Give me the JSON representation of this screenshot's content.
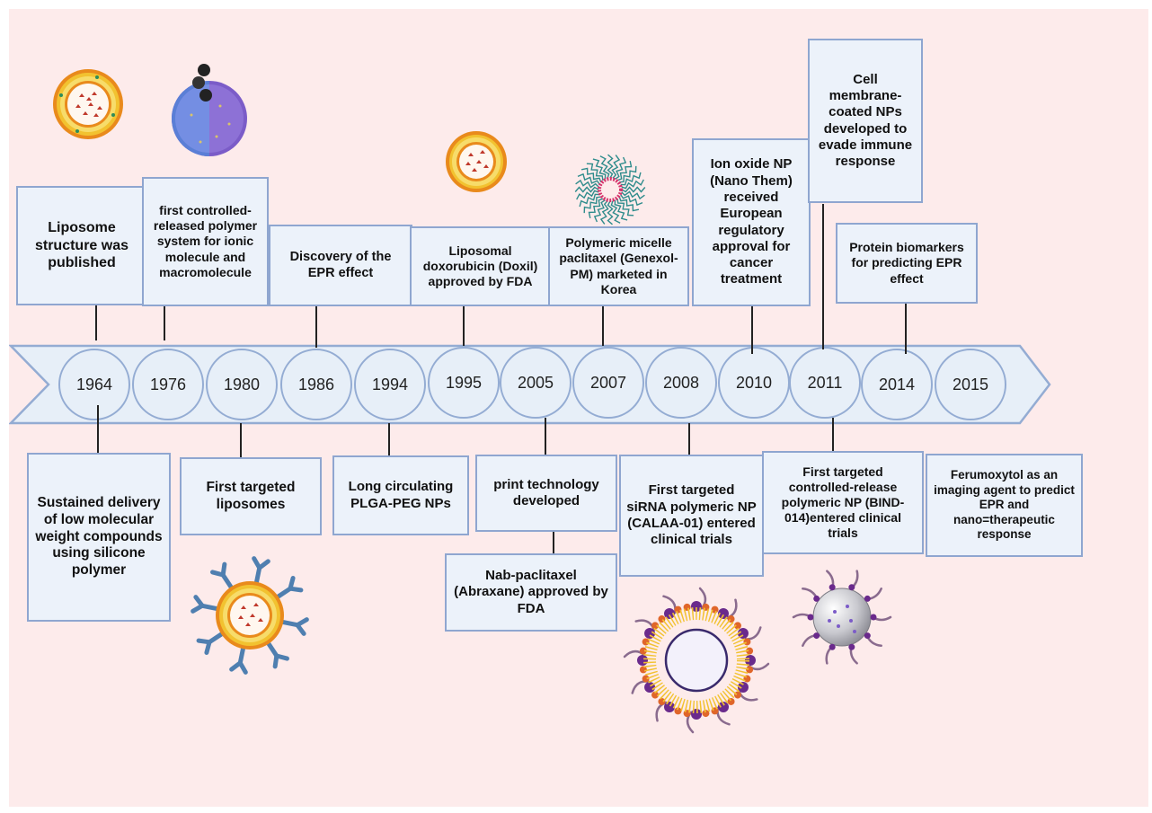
{
  "years": [
    "1964",
    "1976",
    "1980",
    "1986",
    "1994",
    "1995",
    "2005",
    "2007",
    "2008",
    "2010",
    "2011",
    "2014",
    "2015"
  ],
  "events_above": {
    "y1964": "Liposome structure was published",
    "y1976": "first controlled-released polymer system for ionic molecule and macromolecule",
    "y1986": "Discovery of the EPR effect",
    "y1995": "Liposomal doxorubicin (Doxil) approved by FDA",
    "y2007": "Polymeric micelle paclitaxel (Genexol-PM) marketed in Korea",
    "y2010": "Ion oxide NP (Nano Them) received European regulatory approval for cancer treatment",
    "y2011": "Cell membrane-coated NPs developed to evade immune response",
    "y2014": "Protein biomarkers for predicting EPR effect"
  },
  "events_below": {
    "y1964": "Sustained delivery of low molecular weight compounds using silicone polymer",
    "y1980": "First targeted liposomes",
    "y1994": "Long circulating PLGA-PEG NPs",
    "y2005": "print technology developed",
    "y2005b": "Nab-paclitaxel (Abraxane) approved by FDA",
    "y2008": "First targeted siRNA polymeric NP (CALAA-01) entered clinical trials",
    "y2011": "First targeted controlled-release polymeric NP (BIND-014)entered clinical trials",
    "y2015": "Ferumoxytol as an imaging agent to predict EPR and nano=therapeutic response"
  },
  "icons": [
    "liposome-icon",
    "membrane-coated-nanoparticle-icon",
    "liposome-icon",
    "polymeric-micelle-icon",
    "targeted-liposome-icon",
    "lipid-nanoparticle-icon",
    "iron-oxide-nanoparticle-icon"
  ],
  "colors": {
    "background": "#fdebeb",
    "box_fill": "#ecf2fa",
    "box_border": "#8fa6d0",
    "arrow_fill": "#e7eff8",
    "arrow_border": "#94acd3",
    "lipid_orange": "#e98a1c",
    "lipid_yellow": "#f2c230",
    "micelle_teal": "#2e8c8c",
    "micelle_pink": "#d6336c",
    "antibody_blue": "#4f7fb0",
    "purple": "#6a2a8c"
  }
}
